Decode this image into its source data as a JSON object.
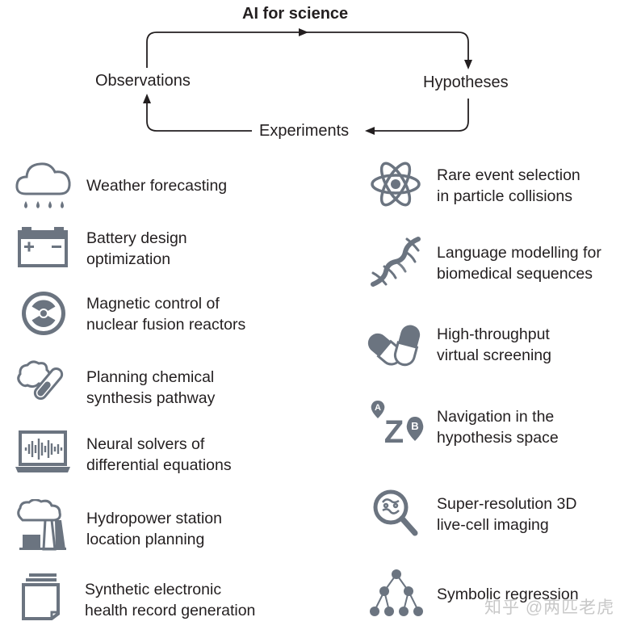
{
  "cycle": {
    "title": "AI for science",
    "observations": "Observations",
    "hypotheses": "Hypotheses",
    "experiments": "Experiments"
  },
  "left": [
    {
      "icon": "weather-cloud-rain-icon",
      "line1": "Weather forecasting",
      "line2": ""
    },
    {
      "icon": "battery-icon",
      "line1": "Battery design",
      "line2": "optimization"
    },
    {
      "icon": "radiation-icon",
      "line1": "Magnetic control of",
      "line2": "nuclear fusion reactors"
    },
    {
      "icon": "chemistry-test-tube-icon",
      "line1": "Planning chemical",
      "line2": "synthesis pathway"
    },
    {
      "icon": "laptop-waveform-icon",
      "line1": "Neural solvers of",
      "line2": "differential equations"
    },
    {
      "icon": "factory-smoke-icon",
      "line1": "Hydropower station",
      "line2": "location planning"
    },
    {
      "icon": "document-stack-icon",
      "line1": "Synthetic electronic",
      "line2": "health record generation"
    }
  ],
  "right": [
    {
      "icon": "atom-icon",
      "line1": "Rare event selection",
      "line2": "in particle collisions"
    },
    {
      "icon": "dna-icon",
      "line1": "Language modelling for",
      "line2": "biomedical sequences"
    },
    {
      "icon": "pills-icon",
      "line1": "High-throughput",
      "line2": "virtual screening"
    },
    {
      "icon": "a-z-b-navigation-icon",
      "line1": "Navigation in the",
      "line2": "hypothesis space"
    },
    {
      "icon": "magnifier-cell-icon",
      "line1": "Super-resolution 3D",
      "line2": "live-cell imaging"
    },
    {
      "icon": "tree-network-icon",
      "line1": "Symbolic regression",
      "line2": ""
    }
  ],
  "icon_letters": {
    "a": "A",
    "z": "Z",
    "b": "B"
  },
  "watermark": "知乎 @两匹老虎",
  "colors": {
    "icon": "#6b7480",
    "text": "#231f20"
  }
}
